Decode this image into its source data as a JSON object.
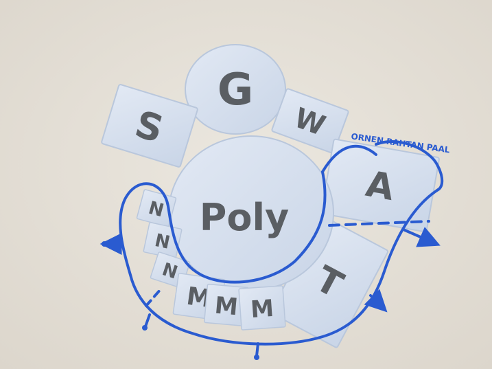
{
  "photo": {
    "labels": {
      "top_circle": "G",
      "center_circle": "Poly",
      "left_block": "S",
      "top_right_block": "W",
      "right_block": "A",
      "bottom_right_block": "T",
      "small_blocks": [
        "N",
        "N",
        "N"
      ],
      "bottom_blocks": [
        "M",
        "M",
        "M"
      ]
    },
    "annotation": "ORNEN RAHTAN PAAL",
    "colors": {
      "paper": "#e6e1d9",
      "foam": "#d6e0ef",
      "foam_edge": "#b9c7dc",
      "marker": "#5a5e63",
      "ink": "#2a5bd0"
    }
  }
}
